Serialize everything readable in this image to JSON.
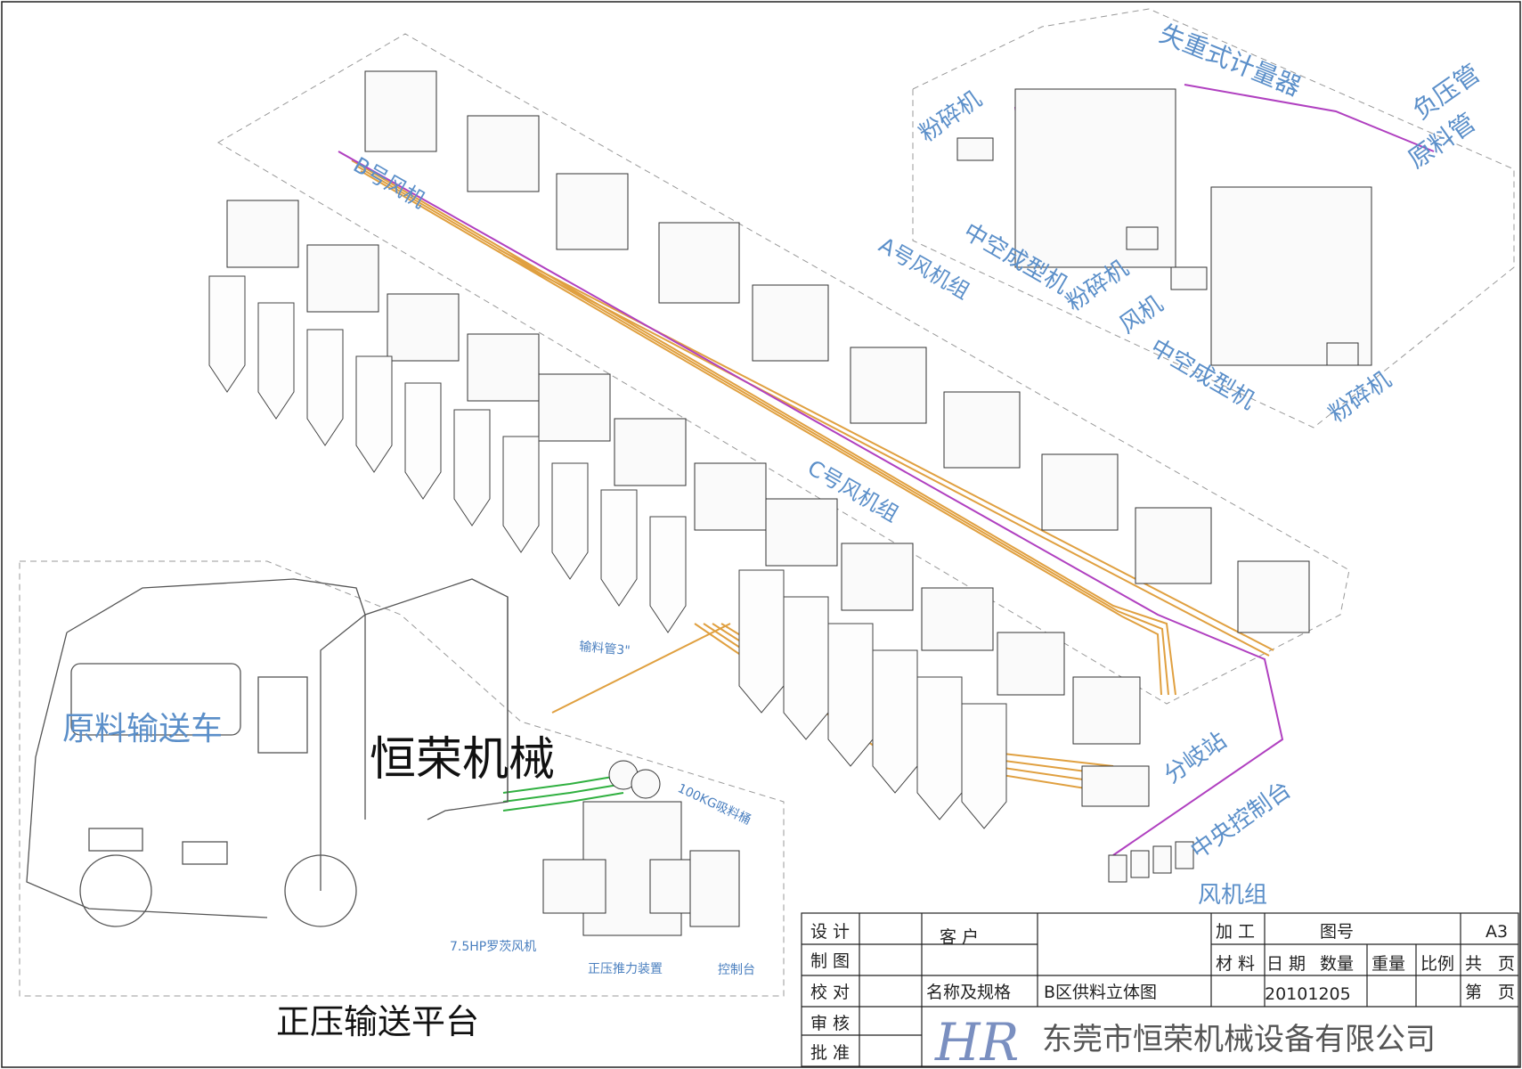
{
  "labels": {
    "loss_in_weight": "失重式计量器",
    "negative_pressure_pipe": "负压管",
    "raw_material_pipe": "原料管",
    "crusher_1": "粉碎机",
    "crusher_2": "粉碎机",
    "crusher_3": "粉碎机",
    "blow_molding_1": "中空成型机",
    "blow_molding_2": "中空成型机",
    "fan_1": "风机",
    "fan_group_b": "B号风机",
    "fan_group_a": "A号风机组",
    "fan_group_c": "C号风机组",
    "conveying_pipe": "输料管3\"",
    "hopper_100kg": "100KG吸料桶",
    "roots_blower": "7.5HP罗茨风机",
    "push_device": "正压推力装置",
    "control_console": "控制台",
    "manifold_station": "分岐站",
    "central_control": "中央控制台",
    "fan_group": "风机组",
    "truck_title": "原料输送车",
    "truck_brand": "恒荣机械",
    "platform_title": "正压输送平台"
  },
  "title_block": {
    "design": "设 计",
    "drawing": "制 图",
    "check": "校 对",
    "review": "审 核",
    "approve": "批 准",
    "customer": "客 户",
    "name_spec": "名称及规格",
    "drawing_name": "B区供料立体图",
    "process": "加 工",
    "material": "材 料",
    "date_label": "日 期",
    "date_value": "20101205",
    "drawing_no": "图号",
    "quantity": "数量",
    "weight": "重量",
    "scale": "比例",
    "total": "共",
    "page": "页",
    "sheet": "第",
    "sheet_page": "页",
    "size": "A3",
    "logo": "HR",
    "company": "东莞市恒荣机械设备有限公司"
  },
  "colors": {
    "label_blue": "#5b8fc9",
    "pipe_orange": "#e0a040",
    "pipe_purple": "#b040c0",
    "pipe_red": "#d03030",
    "pipe_green": "#30b040"
  }
}
